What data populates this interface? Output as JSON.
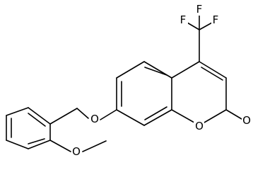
{
  "atoms": {
    "F1": "F",
    "F2": "F",
    "F3": "F",
    "O_ether": "O",
    "O_ring": "O",
    "O_carbonyl": "O",
    "O_methoxy": "O"
  },
  "colors": {
    "bond": "#000000",
    "label": "#000000",
    "background": "#ffffff"
  }
}
